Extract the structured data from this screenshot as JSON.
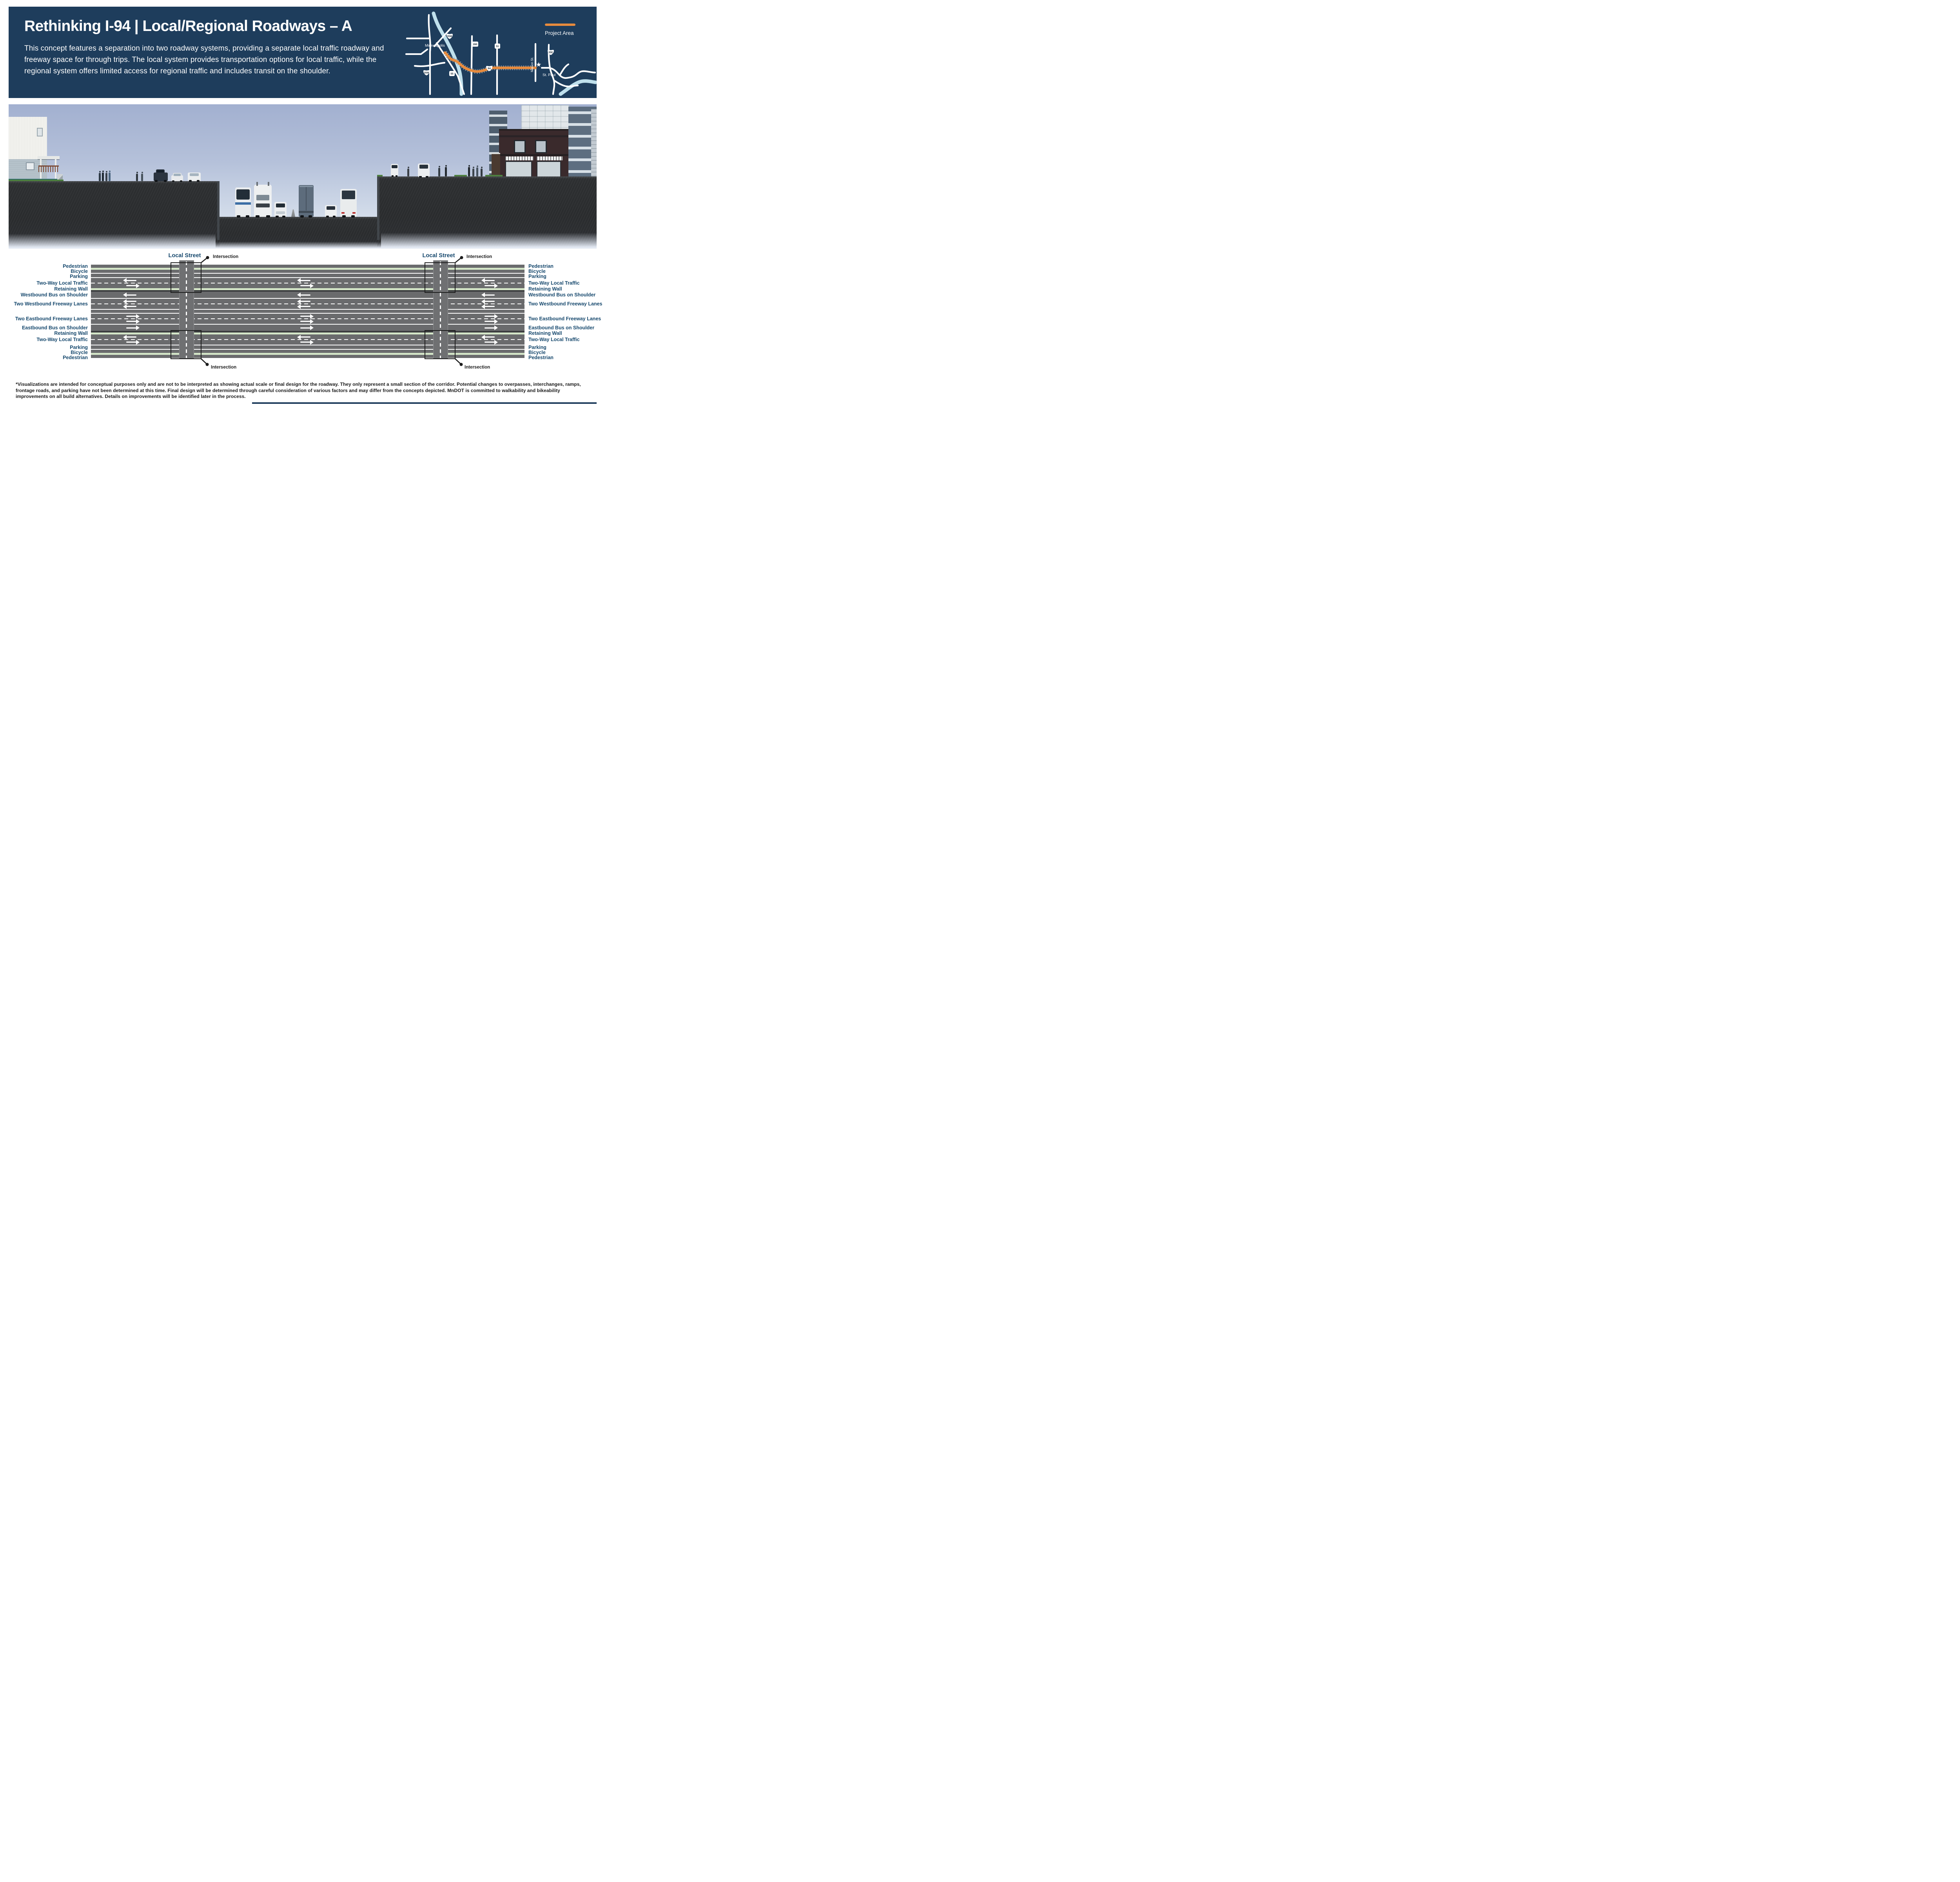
{
  "poster": {
    "title": "Rethinking I-94 | Local/Regional Roadways – A",
    "description": "This concept features a separation into two roadway systems, providing a separate local traffic roadway and freeway space for through trips. The local system provides transportation options for local traffic, while the regional system offers limited access for regional traffic and includes transit on the shoulder."
  },
  "map": {
    "legend_label": "Project Area",
    "city_north": "Minneapolis",
    "city_south": "St. Paul",
    "street_label": "Marion St.",
    "shields": {
      "i35w_north": "35W",
      "i35w_south": "35W",
      "i94": "94",
      "i35e": "35E",
      "mn280": "280",
      "mn51": "51",
      "mn55": "55"
    }
  },
  "plan": {
    "local_street_label": "Local Street",
    "intersection_label": "Intersection",
    "left_labels": [
      "Pedestrian",
      "Bicycle",
      "Parking",
      "Two-Way Local Traffic",
      "Retaining Wall",
      "Westbound Bus on Shoulder",
      "Two Westbound Freeway Lanes",
      "Two Eastbound Freeway Lanes",
      "Eastbound Bus on Shoulder",
      "Retaining Wall",
      "Two-Way Local Traffic",
      "Parking",
      "Bicycle",
      "Pedestrian"
    ],
    "right_labels": [
      "Pedestrian",
      "Bicycle",
      "Parking",
      "Two-Way Local Traffic",
      "Retaining Wall",
      "Westbound Bus on Shoulder",
      "Two Westbound Freeway Lanes",
      "Two Eastbound Freeway Lanes",
      "Eastbound Bus on Shoulder",
      "Retaining Wall",
      "Two-Way Local Traffic",
      "Parking",
      "Bicycle",
      "Pedestrian"
    ]
  },
  "footer": {
    "lines": [
      "*Visualizations are intended for conceptual purposes only and are not to be interpreted as showing actual scale or final design for the roadway. They only represent a small section of the corridor. Potential changes to overpasses, interchanges, ramps,",
      "frontage roads, and parking have not been determined at this time. Final design will be determined through careful consideration of various factors and may differ from the concepts depicted. MnDOT is committed to walkability and bikeability",
      "improvements on all build alternatives. Details on improvements will be identified later in the process."
    ]
  },
  "colors": {
    "header_navy": "#1E3D5C",
    "accent_orange": "#E78B3D",
    "label_navy": "#17496E",
    "road_gray": "#6A6B6D",
    "retaining_wall_dark": "#3A3C3E",
    "buffer_green": "#D3E5C7",
    "river_blue": "#BFE0EC"
  }
}
